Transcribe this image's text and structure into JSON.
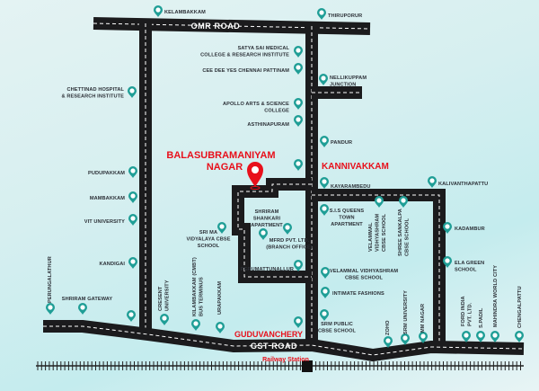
{
  "roads": {
    "omr": "OMR ROAD",
    "gst": "GST ROAD",
    "railway": "Railway Station"
  },
  "highlight": {
    "line1": "BALASUBRAMANIYAM",
    "line2": "NAGAR"
  },
  "areas": {
    "kannivakkam": "KANNIVAKKAM",
    "guduvanchery": "GUDUVANCHERY"
  },
  "colors": {
    "road": "#1b1b1d",
    "pin": "#1f9e96",
    "accent": "#e8101b",
    "text": "#2b2f36"
  },
  "places": [
    {
      "lines": [
        "KELAMBAKKAM"
      ]
    },
    {
      "lines": [
        "THIRUPORUR"
      ]
    },
    {
      "lines": [
        "SATYA SAI MEDICAL",
        "COLLEGE & RESEARCH INSTITUTE"
      ]
    },
    {
      "lines": [
        "CEE DEE YES CHENNAI PATTINAM"
      ]
    },
    {
      "lines": [
        "NELLIKUPPAM",
        "JUNCTION"
      ]
    },
    {
      "lines": [
        "APOLLO ARTS & SCIENCE",
        "COLLEGE"
      ]
    },
    {
      "lines": [
        "ASTHINAPURAM"
      ]
    },
    {
      "lines": [
        "PANDUR"
      ]
    },
    {
      "lines": [
        "CHETTINAD HOSPITAL",
        "& RESEARCH INSTITUTE"
      ]
    },
    {
      "lines": [
        "PUDUPAKKAM"
      ]
    },
    {
      "lines": [
        "MAMBAKKAM"
      ]
    },
    {
      "lines": [
        "VIT UNIVERSITY"
      ]
    },
    {
      "lines": [
        "KANDIGAI"
      ]
    },
    {
      "lines": [
        "PERUNGALATHUR"
      ]
    },
    {
      "lines": [
        "SHRIRAM GATEWAY"
      ]
    },
    {
      "lines": []
    },
    {
      "lines": [
        "CRESENT",
        "UNIVERSITY"
      ]
    },
    {
      "lines": [
        "KILAMBAKKAM (CMBT)",
        "BUS TERMINUS"
      ]
    },
    {
      "lines": [
        "URAPAKKAM"
      ]
    },
    {
      "lines": [
        "SRI MA",
        "VIDYALAYA CBSE",
        "SCHOOL"
      ]
    },
    {
      "lines": [
        "SHRIRAM",
        "SHANKARI",
        "APARTMENT"
      ]
    },
    {
      "lines": [
        "MFRD PVT. LTD.",
        "(BRANCH OFFICE)"
      ]
    },
    {
      "lines": [
        "PERUMATTUNALLUR"
      ]
    },
    {
      "lines": []
    },
    {
      "lines": []
    },
    {
      "lines": [
        "KAYARAMBEDU"
      ]
    },
    {
      "lines": [
        "KALIVANTHAPATTU"
      ]
    },
    {
      "lines": [
        "S.I.S QUEENS",
        "TOWN",
        "APARTMENT"
      ]
    },
    {
      "lines": [
        "VELAMMAL",
        "VIDHYASHRAM",
        "CBSE SCHOOL"
      ]
    },
    {
      "lines": [
        "SHREE SANKALPA",
        "CBSE SCHOOL"
      ]
    },
    {
      "lines": [
        "KADAMBUR"
      ]
    },
    {
      "lines": [
        "ELA GREEN",
        "SCHOOL"
      ]
    },
    {
      "lines": [
        "VELAMMAL VIDHYASHRAM",
        "CBSE SCHOOL"
      ]
    },
    {
      "lines": [
        "INTIMATE FASHIONS"
      ]
    },
    {
      "lines": [
        "SRM PUBLIC",
        "CBSE SCHOOL"
      ]
    },
    {
      "lines": [
        "ZOHO"
      ]
    },
    {
      "lines": [
        "SRM UNIVERSITY"
      ]
    },
    {
      "lines": [
        "MM NAGAR"
      ]
    },
    {
      "lines": [
        "FORD INDIA",
        "PVT. LTD."
      ]
    },
    {
      "lines": [
        "S.PADIL"
      ]
    },
    {
      "lines": [
        "MAHINDRA WORLD CITY"
      ]
    },
    {
      "lines": [
        "CHENGALPATTU"
      ]
    }
  ]
}
